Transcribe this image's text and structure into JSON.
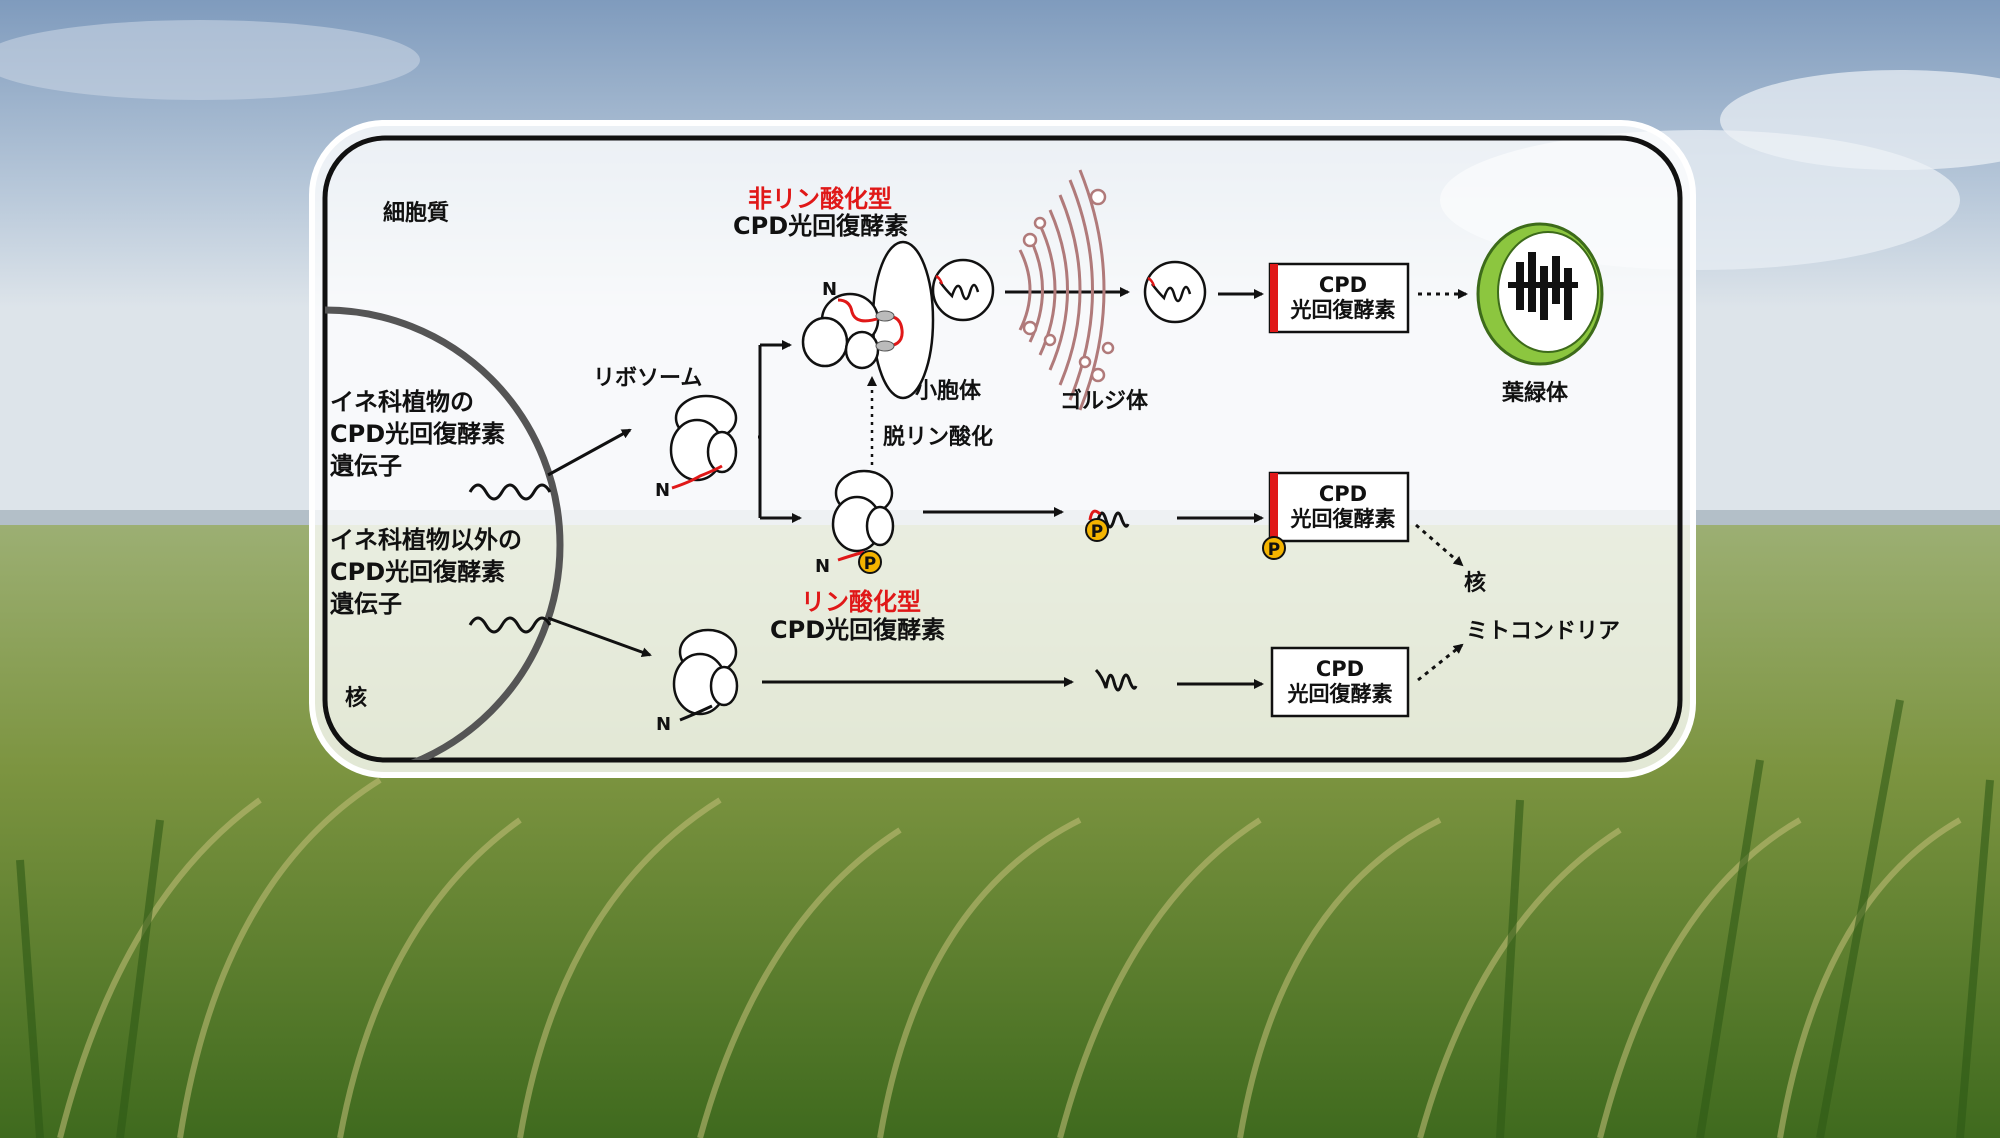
{
  "labels": {
    "cytoplasm": "細胞質",
    "nucleus_region": "核",
    "ribosome": "リボソーム",
    "gene_rice_1": "イネ科植物の",
    "gene_rice_2": "CPD光回復酵素",
    "gene_rice_3": "遺伝子",
    "gene_other_1": "イネ科植物以外の",
    "gene_other_2": "CPD光回復酵素",
    "gene_other_3": "遺伝子",
    "nonphos_1": "非リン酸化型",
    "nonphos_2": "CPD光回復酵素",
    "phos_1": "リン酸化型",
    "phos_2": "CPD光回復酵素",
    "er": "小胞体",
    "golgi": "ゴルジ体",
    "dephosphorylation": "脱リン酸化",
    "chloroplast": "葉緑体",
    "nucleus_dest": "核",
    "mitochondria": "ミトコンドリア",
    "n_terminus": "N",
    "phosphate": "P",
    "enzyme_box_1_a": "CPD",
    "enzyme_box_1_b": "光回復酵素",
    "enzyme_box_2_a": "CPD",
    "enzyme_box_2_b": "光回復酵素",
    "enzyme_box_3_a": "CPD",
    "enzyme_box_3_b": "光回復酵素"
  },
  "colors": {
    "accent_red": "#e01818",
    "chloroplast_green": "#8cc63f",
    "phosphate_yellow": "#f4b400",
    "golgi": "#b07a7a"
  }
}
